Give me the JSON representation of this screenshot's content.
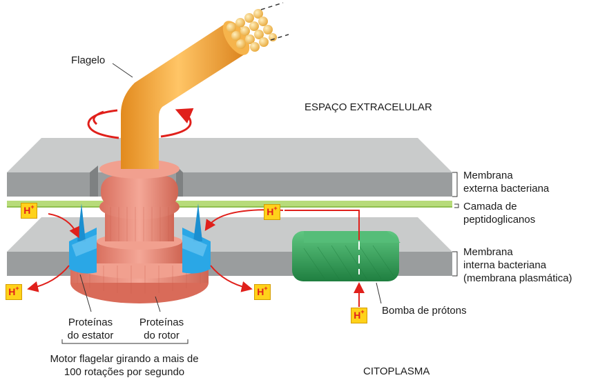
{
  "labels": {
    "flagelo": "Flagelo",
    "espaco": "ESPAÇO EXTRACELULAR",
    "membrana_externa_1": "Membrana",
    "membrana_externa_2": "externa bacteriana",
    "camada_1": "Camada de",
    "camada_2": "peptidoglicanos",
    "membrana_interna_1": "Membrana",
    "membrana_interna_2": "interna bacteriana",
    "membrana_interna_3": "(membrana plasmática)",
    "bomba": "Bomba de prótons",
    "estator_1": "Proteínas",
    "estator_2": "do estator",
    "rotor_1": "Proteínas",
    "rotor_2": "do rotor",
    "motor_1": "Motor flagelar girando a mais de",
    "motor_2": "100 rotações por segundo",
    "citoplasma": "CITOPLASMA"
  },
  "proton": {
    "symbol": "H",
    "charge": "+"
  },
  "colors": {
    "membrane_top": "#c9cbcb",
    "membrane_front": "#9a9d9e",
    "peptidoglycan": "#b7db7a",
    "flagellum": "#f2a33a",
    "rotor": "#e88a78",
    "stator": "#2aa7e6",
    "pump": "#2e9e55",
    "arrow": "#e0201b",
    "proton_box": "#ffd21a"
  }
}
